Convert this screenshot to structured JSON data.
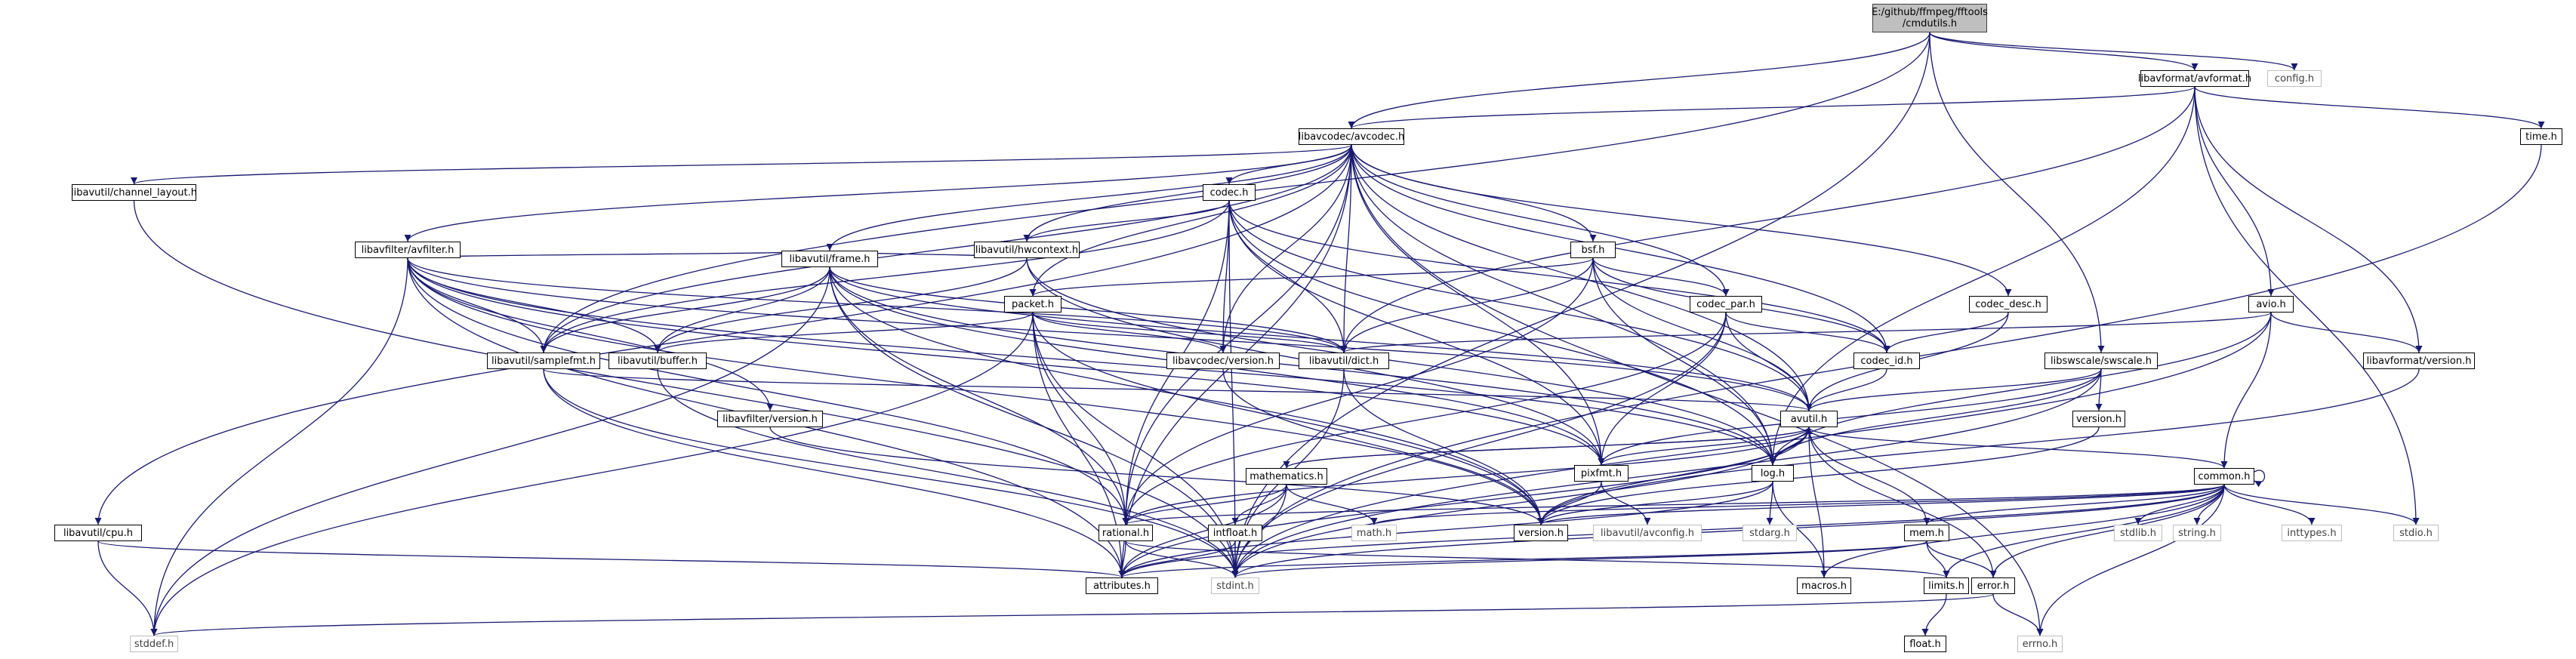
{
  "colors": {
    "edge": "#191970",
    "node_border": "#000000",
    "root_fill": "#bfbfbf",
    "ext_border": "#bfbfbf"
  },
  "nodes": {
    "cmdutils": "E:/github/ffmpeg/fftools\n/cmdutils.h",
    "config": "config.h",
    "avformat": "libavformat/avformat.h",
    "avcodec": "libavcodec/avcodec.h",
    "time": "time.h",
    "channel_layout": "libavutil/channel_layout.h",
    "codec": "codec.h",
    "avfilter": "libavfilter/avfilter.h",
    "hwcontext": "libavutil/hwcontext.h",
    "bsf": "bsf.h",
    "frame": "libavutil/frame.h",
    "packet": "packet.h",
    "codec_par": "codec_par.h",
    "codec_desc": "codec_desc.h",
    "avio": "avio.h",
    "samplefmt": "libavutil/samplefmt.h",
    "buffer": "libavutil/buffer.h",
    "avcodec_version": "libavcodec/version.h",
    "dict": "libavutil/dict.h",
    "codec_id": "codec_id.h",
    "swscale": "libswscale/swscale.h",
    "avformat_version": "libavformat/version.h",
    "avutil": "avutil.h",
    "avfilter_version": "libavfilter/version.h",
    "sws_version": "version.h",
    "pixfmt": "pixfmt.h",
    "log": "log.h",
    "mathematics": "mathematics.h",
    "common": "common.h",
    "cpu": "libavutil/cpu.h",
    "rational": "rational.h",
    "intfloat": "intfloat.h",
    "math": "math.h",
    "version": "version.h",
    "avconfig": "libavutil/avconfig.h",
    "stdarg": "stdarg.h",
    "stdlib": "stdlib.h",
    "string": "string.h",
    "inttypes": "inttypes.h",
    "stdio": "stdio.h",
    "mem": "mem.h",
    "attributes": "attributes.h",
    "stdint": "stdint.h",
    "macros": "macros.h",
    "limits": "limits.h",
    "error": "error.h",
    "stddef": "stddef.h",
    "errno": "errno.h",
    "float": "float.h"
  },
  "edges": [
    [
      "cmdutils",
      "config"
    ],
    [
      "cmdutils",
      "avformat"
    ],
    [
      "cmdutils",
      "avcodec"
    ],
    [
      "cmdutils",
      "swscale"
    ],
    [
      "cmdutils",
      "samplefmt"
    ],
    [
      "cmdutils",
      "stdint"
    ],
    [
      "avformat",
      "time"
    ],
    [
      "avformat",
      "stdio"
    ],
    [
      "avformat",
      "avcodec"
    ],
    [
      "avformat",
      "avio"
    ],
    [
      "avformat",
      "avformat_version"
    ],
    [
      "avformat",
      "dict"
    ],
    [
      "avformat",
      "log"
    ],
    [
      "avcodec",
      "channel_layout"
    ],
    [
      "avcodec",
      "codec"
    ],
    [
      "avcodec",
      "avfilter"
    ],
    [
      "avcodec",
      "hwcontext"
    ],
    [
      "avcodec",
      "bsf"
    ],
    [
      "avcodec",
      "frame"
    ],
    [
      "avcodec",
      "packet"
    ],
    [
      "avcodec",
      "codec_par"
    ],
    [
      "avcodec",
      "codec_desc"
    ],
    [
      "avcodec",
      "samplefmt"
    ],
    [
      "avcodec",
      "avcodec_version"
    ],
    [
      "avcodec",
      "dict"
    ],
    [
      "avcodec",
      "codec_id"
    ],
    [
      "avcodec",
      "avutil"
    ],
    [
      "avcodec",
      "pixfmt"
    ],
    [
      "avcodec",
      "cpu"
    ],
    [
      "avcodec",
      "rational"
    ],
    [
      "avcodec",
      "attributes"
    ],
    [
      "avcodec",
      "errno"
    ],
    [
      "avcodec",
      "log"
    ],
    [
      "channel_layout",
      "stdint"
    ],
    [
      "codec",
      "hwcontext"
    ],
    [
      "codec",
      "avcodec_version"
    ],
    [
      "codec",
      "codec_id"
    ],
    [
      "codec",
      "avutil"
    ],
    [
      "codec",
      "dict"
    ],
    [
      "codec",
      "pixfmt"
    ],
    [
      "codec",
      "log"
    ],
    [
      "codec",
      "rational"
    ],
    [
      "codec",
      "samplefmt"
    ],
    [
      "codec",
      "stdint"
    ],
    [
      "avfilter",
      "frame"
    ],
    [
      "avfilter",
      "samplefmt"
    ],
    [
      "avfilter",
      "buffer"
    ],
    [
      "avfilter",
      "dict"
    ],
    [
      "avfilter",
      "avutil"
    ],
    [
      "avfilter",
      "avfilter_version"
    ],
    [
      "avfilter",
      "pixfmt"
    ],
    [
      "avfilter",
      "log"
    ],
    [
      "avfilter",
      "rational"
    ],
    [
      "avfilter",
      "version"
    ],
    [
      "avfilter",
      "attributes"
    ],
    [
      "avfilter",
      "stddef"
    ],
    [
      "hwcontext",
      "buffer"
    ],
    [
      "hwcontext",
      "frame"
    ],
    [
      "hwcontext",
      "log"
    ],
    [
      "hwcontext",
      "pixfmt"
    ],
    [
      "bsf",
      "packet"
    ],
    [
      "bsf",
      "codec_par"
    ],
    [
      "bsf",
      "codec_id"
    ],
    [
      "bsf",
      "dict"
    ],
    [
      "bsf",
      "log"
    ],
    [
      "bsf",
      "rational"
    ],
    [
      "bsf",
      "avutil"
    ],
    [
      "frame",
      "samplefmt"
    ],
    [
      "frame",
      "buffer"
    ],
    [
      "frame",
      "dict"
    ],
    [
      "frame",
      "avutil"
    ],
    [
      "frame",
      "pixfmt"
    ],
    [
      "frame",
      "rational"
    ],
    [
      "frame",
      "version"
    ],
    [
      "frame",
      "log"
    ],
    [
      "frame",
      "stddef"
    ],
    [
      "frame",
      "stdint"
    ],
    [
      "packet",
      "buffer"
    ],
    [
      "packet",
      "avcodec_version"
    ],
    [
      "packet",
      "dict"
    ],
    [
      "packet",
      "rational"
    ],
    [
      "packet",
      "attributes"
    ],
    [
      "packet",
      "stdint"
    ],
    [
      "packet",
      "stddef"
    ],
    [
      "packet",
      "version"
    ],
    [
      "codec_par",
      "avutil"
    ],
    [
      "codec_par",
      "codec_id"
    ],
    [
      "codec_par",
      "pixfmt"
    ],
    [
      "codec_par",
      "rational"
    ],
    [
      "codec_par",
      "stdint"
    ],
    [
      "codec_desc",
      "avutil"
    ],
    [
      "codec_desc",
      "codec_id"
    ],
    [
      "avio",
      "dict"
    ],
    [
      "avio",
      "common"
    ],
    [
      "avio",
      "log"
    ],
    [
      "avio",
      "avformat_version"
    ],
    [
      "avio",
      "stdint"
    ],
    [
      "samplefmt",
      "avutil"
    ],
    [
      "samplefmt",
      "attributes"
    ],
    [
      "samplefmt",
      "stdint"
    ],
    [
      "buffer",
      "stdint"
    ],
    [
      "avcodec_version",
      "version"
    ],
    [
      "dict",
      "stdint"
    ],
    [
      "dict",
      "version"
    ],
    [
      "codec_id",
      "avutil"
    ],
    [
      "swscale",
      "avutil"
    ],
    [
      "swscale",
      "pixfmt"
    ],
    [
      "swscale",
      "log"
    ],
    [
      "swscale",
      "sws_version"
    ],
    [
      "swscale",
      "stdint"
    ],
    [
      "avformat_version",
      "version"
    ],
    [
      "avutil",
      "common"
    ],
    [
      "avutil",
      "error"
    ],
    [
      "avutil",
      "rational"
    ],
    [
      "avutil",
      "mathematics"
    ],
    [
      "avutil",
      "log"
    ],
    [
      "avutil",
      "pixfmt"
    ],
    [
      "avutil",
      "version"
    ],
    [
      "avutil",
      "macros"
    ],
    [
      "avutil",
      "attributes"
    ],
    [
      "avutil",
      "stdint"
    ],
    [
      "avfilter_version",
      "version"
    ],
    [
      "sws_version",
      "version"
    ],
    [
      "pixfmt",
      "avconfig"
    ],
    [
      "pixfmt",
      "version"
    ],
    [
      "log",
      "attributes"
    ],
    [
      "log",
      "version"
    ],
    [
      "log",
      "stdarg"
    ],
    [
      "log",
      "avutil"
    ],
    [
      "log",
      "macros"
    ],
    [
      "mathematics",
      "rational"
    ],
    [
      "mathematics",
      "intfloat"
    ],
    [
      "mathematics",
      "math"
    ],
    [
      "mathematics",
      "attributes"
    ],
    [
      "mathematics",
      "stdint"
    ],
    [
      "mathematics",
      "avutil"
    ],
    [
      "common",
      "attributes"
    ],
    [
      "common",
      "rational"
    ],
    [
      "common",
      "version"
    ],
    [
      "common",
      "macros"
    ],
    [
      "common",
      "math"
    ],
    [
      "common",
      "stdlib"
    ],
    [
      "common",
      "string"
    ],
    [
      "common",
      "inttypes"
    ],
    [
      "common",
      "stdio"
    ],
    [
      "common",
      "errno"
    ],
    [
      "common",
      "limits"
    ],
    [
      "common",
      "error"
    ],
    [
      "common",
      "mem"
    ],
    [
      "common",
      "stdint"
    ],
    [
      "common",
      "common"
    ],
    [
      "cpu",
      "attributes"
    ],
    [
      "cpu",
      "stddef"
    ],
    [
      "rational",
      "attributes"
    ],
    [
      "rational",
      "stdint"
    ],
    [
      "rational",
      "limits"
    ],
    [
      "intfloat",
      "attributes"
    ],
    [
      "intfloat",
      "stdint"
    ],
    [
      "mem",
      "attributes"
    ],
    [
      "mem",
      "error"
    ],
    [
      "mem",
      "avutil"
    ],
    [
      "mem",
      "limits"
    ],
    [
      "mem",
      "stdint"
    ],
    [
      "limits",
      "float"
    ],
    [
      "error",
      "errno"
    ],
    [
      "error",
      "stddef"
    ],
    [
      "time",
      "stdint"
    ]
  ]
}
